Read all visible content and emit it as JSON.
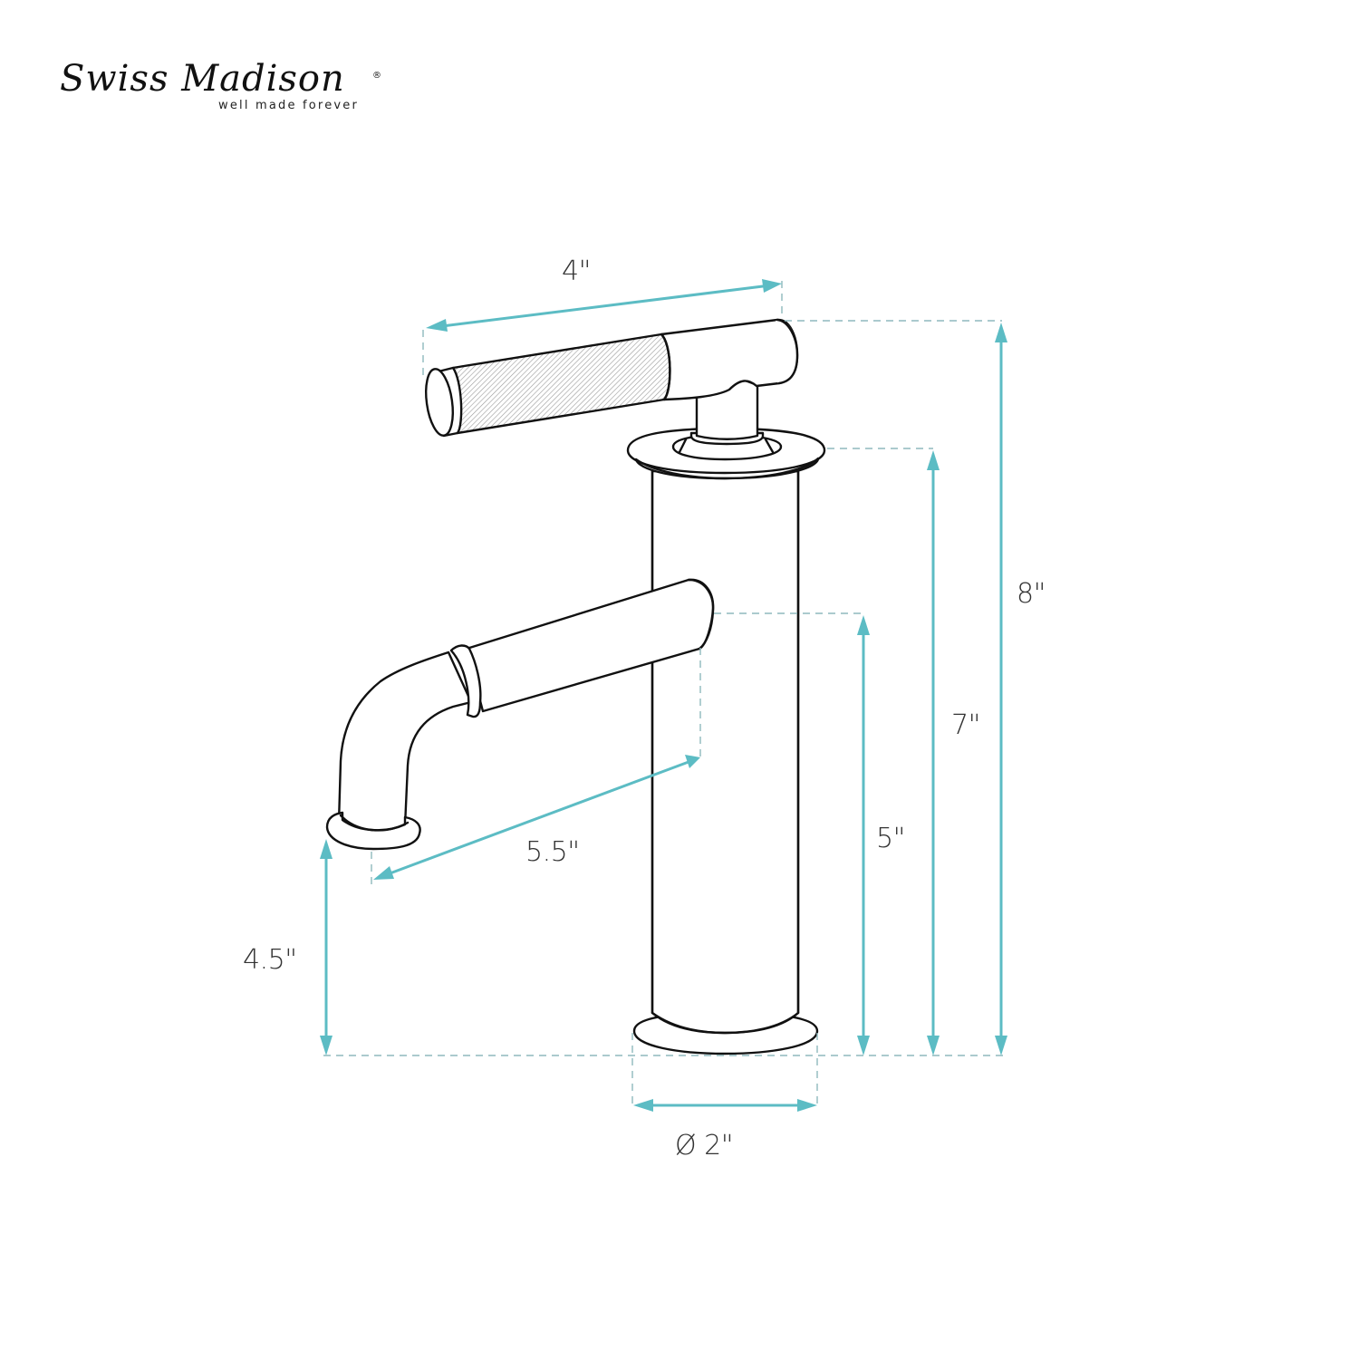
{
  "brand": {
    "name": "Swiss Madison",
    "registered_mark": "®",
    "tagline": "well made forever"
  },
  "diagram": {
    "subject": "single-handle bathroom faucet dimension drawing",
    "accent_color": "#5cbcc4",
    "line_color": "#111111",
    "dimensions": {
      "handle_length": "4\"",
      "overall_height": "8\"",
      "body_height": "7\"",
      "spout_height": "5\"",
      "spout_reach": "5.5\"",
      "spout_clearance": "4.5\"",
      "base_diameter": "Ø 2\""
    }
  }
}
